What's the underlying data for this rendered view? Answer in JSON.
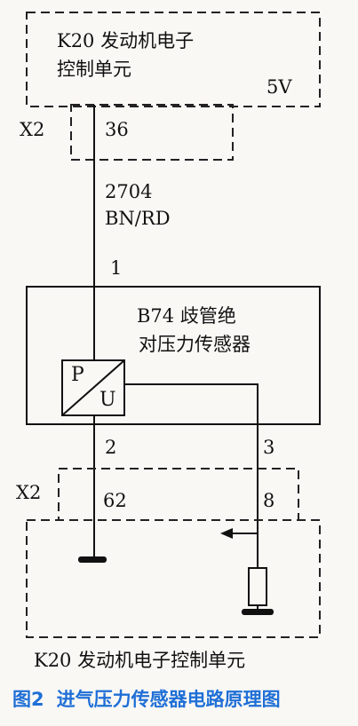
{
  "ecu_top": {
    "name_line1": "K20 发动机电子",
    "name_line2": "控制单元",
    "supply": "5V"
  },
  "connector_top": {
    "label": "X2",
    "pin": "36"
  },
  "wire": {
    "code": "2704",
    "color": "BN/RD"
  },
  "sensor": {
    "pin_in": "1",
    "name_line1": "B74  歧管绝",
    "name_line2": "对压力传感器",
    "symbol_p": "P",
    "symbol_u": "U",
    "pin_out_left": "2",
    "pin_out_right": "3"
  },
  "connector_bottom": {
    "label": "X2",
    "pin_left": "62",
    "pin_right": "8"
  },
  "ecu_bottom": {
    "name": "K20 发动机电子控制单元"
  },
  "caption": {
    "number": "图2",
    "text": "进气压力传感器电路原理图",
    "color": "#1f6fd6"
  }
}
